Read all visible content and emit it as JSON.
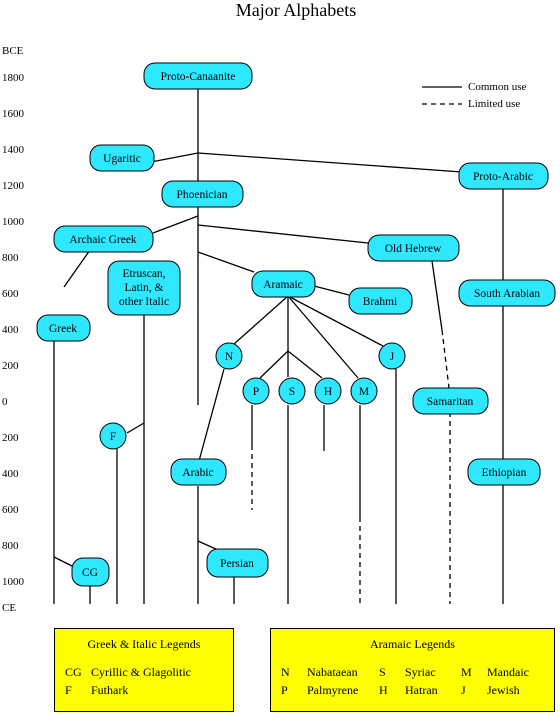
{
  "title": "Major Alphabets",
  "era_top": "BCE",
  "era_bottom": "CE",
  "years": [
    "1800",
    "1600",
    "1400",
    "1200",
    "1000",
    "800",
    "600",
    "400",
    "200",
    "0",
    "200",
    "400",
    "600",
    "800",
    "1000"
  ],
  "legend": {
    "common": "Common use",
    "limited": "Limited use"
  },
  "nodes": {
    "proto_canaanite": "Proto-Canaanite",
    "ugaritic": "Ugaritic",
    "phoenician": "Phoenician",
    "proto_arabic": "Proto-Arabic",
    "archaic_greek": "Archaic Greek",
    "old_hebrew": "Old Hebrew",
    "etruscan": [
      "Etruscan,",
      "Latin, &",
      "other Italic"
    ],
    "aramaic": "Aramaic",
    "brahmi": "Brahmi",
    "south_arabian": "South Arabian",
    "greek": "Greek",
    "n": "N",
    "j": "J",
    "p": "P",
    "s": "S",
    "h": "H",
    "m": "M",
    "samaritan": "Samaritan",
    "f": "F",
    "arabic": "Arabic",
    "ethiopian": "Ethiopian",
    "persian": "Persian",
    "cg": "CG"
  },
  "greek_legend": {
    "title": "Greek & Italic Legends",
    "items": [
      {
        "key": "CG",
        "value": "Cyrillic & Glagolitic"
      },
      {
        "key": "F",
        "value": "Futhark"
      }
    ]
  },
  "aramaic_legend": {
    "title": "Aramaic Legends",
    "items": [
      {
        "key": "N",
        "value": "Nabataean"
      },
      {
        "key": "S",
        "value": "Syriac"
      },
      {
        "key": "M",
        "value": "Mandaic"
      },
      {
        "key": "P",
        "value": "Palmyrene"
      },
      {
        "key": "H",
        "value": "Hatran"
      },
      {
        "key": "J",
        "value": "Jewish"
      }
    ]
  }
}
